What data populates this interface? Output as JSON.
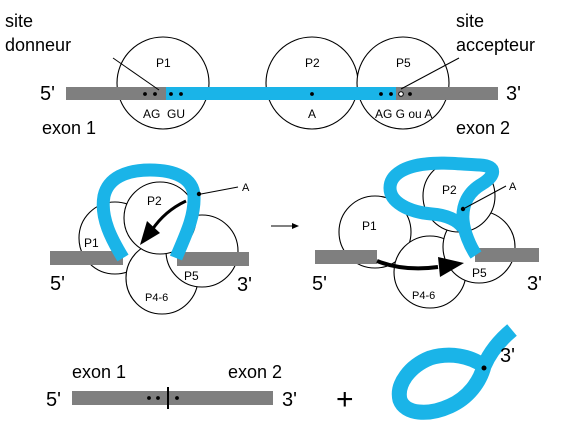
{
  "colors": {
    "exon": "#7f7f7f",
    "intron": "#1ab4e8",
    "ink": "#000000"
  },
  "top": {
    "site_donor": [
      "site",
      "donneur"
    ],
    "site_acceptor": [
      "site",
      "accepteur"
    ],
    "five_prime": "5'",
    "three_prime": "3'",
    "exon1": "exon 1",
    "exon2": "exon 2",
    "p1": "P1",
    "p2": "P2",
    "p5": "P5",
    "ag_left": "AG",
    "gu": "GU",
    "a_branch": "A",
    "acceptor_seq": "AG G ou A"
  },
  "middle_left": {
    "p1": "P1",
    "p2": "P2",
    "p5": "P5",
    "p46": "P4-6",
    "a": "A",
    "five_prime": "5'",
    "three_prime": "3'"
  },
  "middle_right": {
    "p1": "P1",
    "p2": "P2",
    "p5": "P5",
    "p46": "P4-6",
    "a": "A",
    "five_prime": "5'",
    "three_prime": "3'"
  },
  "bottom": {
    "exon1": "exon 1",
    "exon2": "exon 2",
    "five_prime": "5'",
    "three_prime": "3'",
    "plus": "+",
    "lariat_three_prime": "3'"
  }
}
